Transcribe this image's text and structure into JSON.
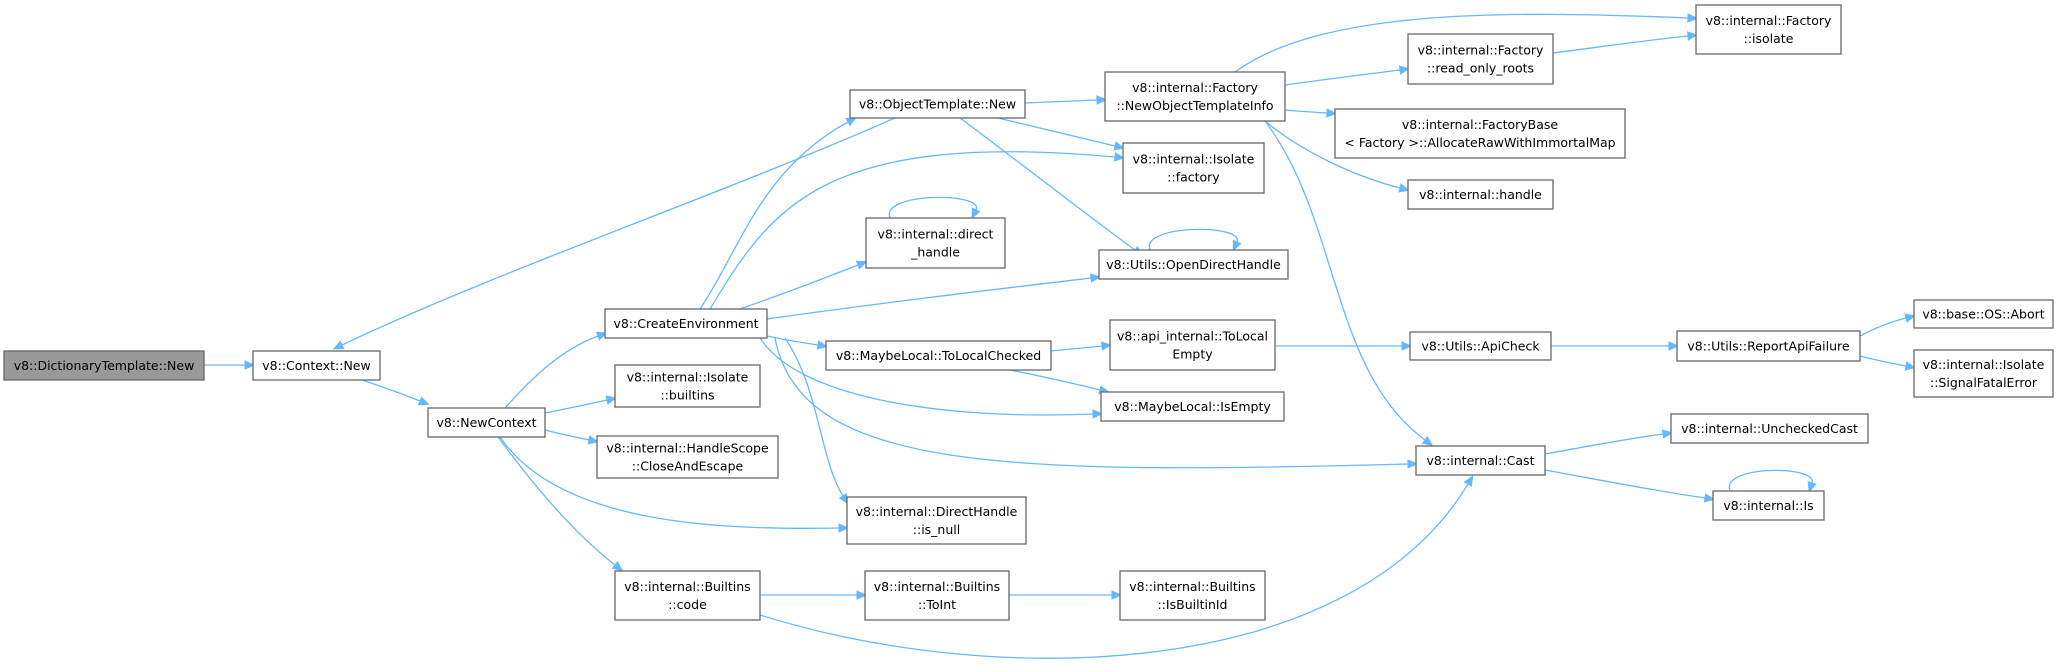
{
  "graph": {
    "title": "",
    "colors": {
      "edge": "#63b8ff",
      "node_border": "#666666",
      "root_fill": "#999999",
      "node_fill": "#ffffff"
    },
    "nodes": [
      {
        "id": "dictionary_template_new",
        "lines": [
          "v8::DictionaryTemplate::New"
        ],
        "root": true
      },
      {
        "id": "context_new",
        "lines": [
          "v8::Context::New"
        ]
      },
      {
        "id": "new_context",
        "lines": [
          "v8::NewContext"
        ]
      },
      {
        "id": "create_environment",
        "lines": [
          "v8::CreateEnvironment"
        ]
      },
      {
        "id": "isolate_builtins",
        "lines": [
          "v8::internal::Isolate",
          "::builtins"
        ]
      },
      {
        "id": "handlescope_close_escape",
        "lines": [
          "v8::internal::HandleScope",
          "::CloseAndEscape"
        ]
      },
      {
        "id": "directhandle_is_null",
        "lines": [
          "v8::internal::DirectHandle",
          "::is_null"
        ]
      },
      {
        "id": "builtins_code",
        "lines": [
          "v8::internal::Builtins",
          "::code"
        ]
      },
      {
        "id": "builtins_toint",
        "lines": [
          "v8::internal::Builtins",
          "::ToInt"
        ]
      },
      {
        "id": "builtins_isbuiltinid",
        "lines": [
          "v8::internal::Builtins",
          "::IsBuiltinId"
        ]
      },
      {
        "id": "objecttemplate_new",
        "lines": [
          "v8::ObjectTemplate::New"
        ]
      },
      {
        "id": "direct_handle",
        "lines": [
          "v8::internal::direct",
          "_handle"
        ]
      },
      {
        "id": "maybelocal_tolocalchecked",
        "lines": [
          "v8::MaybeLocal::ToLocalChecked"
        ]
      },
      {
        "id": "factory_newobjecttemplateinfo",
        "lines": [
          "v8::internal::Factory",
          "::NewObjectTemplateInfo"
        ]
      },
      {
        "id": "isolate_factory",
        "lines": [
          "v8::internal::Isolate",
          "::factory"
        ]
      },
      {
        "id": "utils_opendirecthandle",
        "lines": [
          "v8::Utils::OpenDirectHandle"
        ]
      },
      {
        "id": "api_internal_tolocalempty",
        "lines": [
          "v8::api_internal::ToLocal",
          "Empty"
        ]
      },
      {
        "id": "maybelocal_isempty",
        "lines": [
          "v8::MaybeLocal::IsEmpty"
        ]
      },
      {
        "id": "factory_read_only_roots",
        "lines": [
          "v8::internal::Factory",
          "::read_only_roots"
        ]
      },
      {
        "id": "factorybase_allocaterawwithimmortalmap",
        "lines": [
          "v8::internal::FactoryBase",
          "< Factory >::AllocateRawWithImmortalMap"
        ]
      },
      {
        "id": "internal_handle",
        "lines": [
          "v8::internal::handle"
        ]
      },
      {
        "id": "utils_apicheck",
        "lines": [
          "v8::Utils::ApiCheck"
        ]
      },
      {
        "id": "internal_cast",
        "lines": [
          "v8::internal::Cast"
        ]
      },
      {
        "id": "factory_isolate",
        "lines": [
          "v8::internal::Factory",
          "::isolate"
        ]
      },
      {
        "id": "utils_reportapifailure",
        "lines": [
          "v8::Utils::ReportApiFailure"
        ]
      },
      {
        "id": "internal_uncheckedcast",
        "lines": [
          "v8::internal::UncheckedCast"
        ]
      },
      {
        "id": "internal_is",
        "lines": [
          "v8::internal::Is"
        ]
      },
      {
        "id": "base_os_abort",
        "lines": [
          "v8::base::OS::Abort"
        ]
      },
      {
        "id": "isolate_signalfatalerror",
        "lines": [
          "v8::internal::Isolate",
          "::SignalFatalError"
        ]
      }
    ],
    "edges": [
      {
        "from": "dictionary_template_new",
        "to": "context_new"
      },
      {
        "from": "context_new",
        "to": "new_context"
      },
      {
        "from": "new_context",
        "to": "create_environment"
      },
      {
        "from": "new_context",
        "to": "isolate_builtins"
      },
      {
        "from": "new_context",
        "to": "handlescope_close_escape"
      },
      {
        "from": "new_context",
        "to": "directhandle_is_null"
      },
      {
        "from": "new_context",
        "to": "builtins_code"
      },
      {
        "from": "create_environment",
        "to": "objecttemplate_new"
      },
      {
        "from": "create_environment",
        "to": "isolate_factory"
      },
      {
        "from": "create_environment",
        "to": "direct_handle"
      },
      {
        "from": "create_environment",
        "to": "utils_opendirecthandle"
      },
      {
        "from": "create_environment",
        "to": "maybelocal_tolocalchecked"
      },
      {
        "from": "create_environment",
        "to": "maybelocal_isempty"
      },
      {
        "from": "create_environment",
        "to": "internal_cast"
      },
      {
        "from": "create_environment",
        "to": "directhandle_is_null"
      },
      {
        "from": "objecttemplate_new",
        "to": "context_new"
      },
      {
        "from": "objecttemplate_new",
        "to": "factory_newobjecttemplateinfo"
      },
      {
        "from": "objecttemplate_new",
        "to": "isolate_factory"
      },
      {
        "from": "objecttemplate_new",
        "to": "utils_opendirecthandle"
      },
      {
        "from": "direct_handle",
        "to": "direct_handle"
      },
      {
        "from": "utils_opendirecthandle",
        "to": "utils_opendirecthandle"
      },
      {
        "from": "maybelocal_tolocalchecked",
        "to": "api_internal_tolocalempty"
      },
      {
        "from": "maybelocal_tolocalchecked",
        "to": "maybelocal_isempty"
      },
      {
        "from": "factory_newobjecttemplateinfo",
        "to": "factory_isolate"
      },
      {
        "from": "factory_newobjecttemplateinfo",
        "to": "factory_read_only_roots"
      },
      {
        "from": "factory_newobjecttemplateinfo",
        "to": "factorybase_allocaterawwithimmortalmap"
      },
      {
        "from": "factory_newobjecttemplateinfo",
        "to": "internal_handle"
      },
      {
        "from": "factory_newobjecttemplateinfo",
        "to": "internal_cast"
      },
      {
        "from": "factory_read_only_roots",
        "to": "factory_isolate"
      },
      {
        "from": "api_internal_tolocalempty",
        "to": "utils_apicheck"
      },
      {
        "from": "utils_apicheck",
        "to": "utils_reportapifailure"
      },
      {
        "from": "utils_reportapifailure",
        "to": "base_os_abort"
      },
      {
        "from": "utils_reportapifailure",
        "to": "isolate_signalfatalerror"
      },
      {
        "from": "internal_cast",
        "to": "internal_uncheckedcast"
      },
      {
        "from": "internal_cast",
        "to": "internal_is"
      },
      {
        "from": "internal_is",
        "to": "internal_is"
      },
      {
        "from": "builtins_code",
        "to": "builtins_toint"
      },
      {
        "from": "builtins_code",
        "to": "internal_cast"
      },
      {
        "from": "builtins_toint",
        "to": "builtins_isbuiltinid"
      }
    ]
  }
}
